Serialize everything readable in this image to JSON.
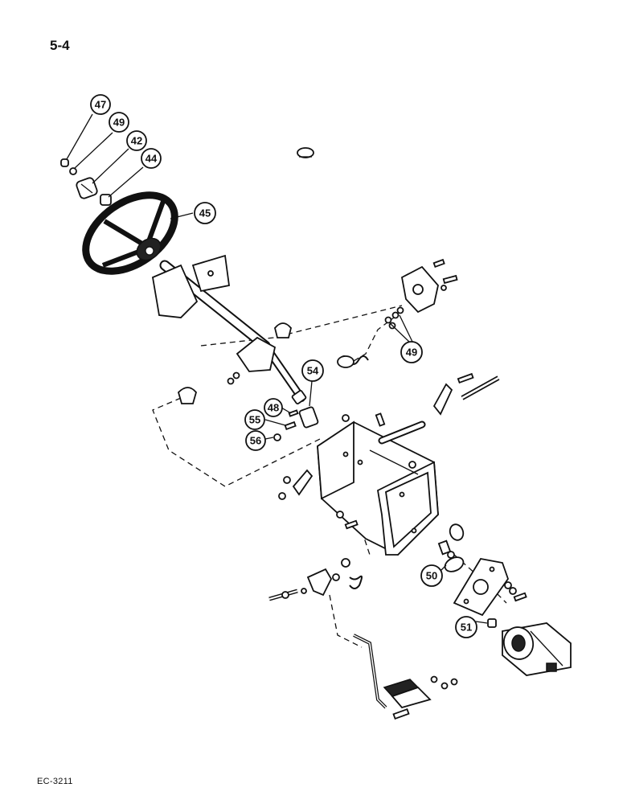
{
  "page": {
    "number": "5-4",
    "code": "EC-3211"
  },
  "callouts": [
    {
      "id": "callout-47",
      "label": "47"
    },
    {
      "id": "callout-49-top",
      "label": "49"
    },
    {
      "id": "callout-42",
      "label": "42"
    },
    {
      "id": "callout-44",
      "label": "44"
    },
    {
      "id": "callout-45",
      "label": "45"
    },
    {
      "id": "callout-49-right",
      "label": "49"
    },
    {
      "id": "callout-54",
      "label": "54"
    },
    {
      "id": "callout-48",
      "label": "48"
    },
    {
      "id": "callout-55",
      "label": "55"
    },
    {
      "id": "callout-56",
      "label": "56"
    },
    {
      "id": "callout-50",
      "label": "50"
    },
    {
      "id": "callout-51",
      "label": "51"
    }
  ]
}
